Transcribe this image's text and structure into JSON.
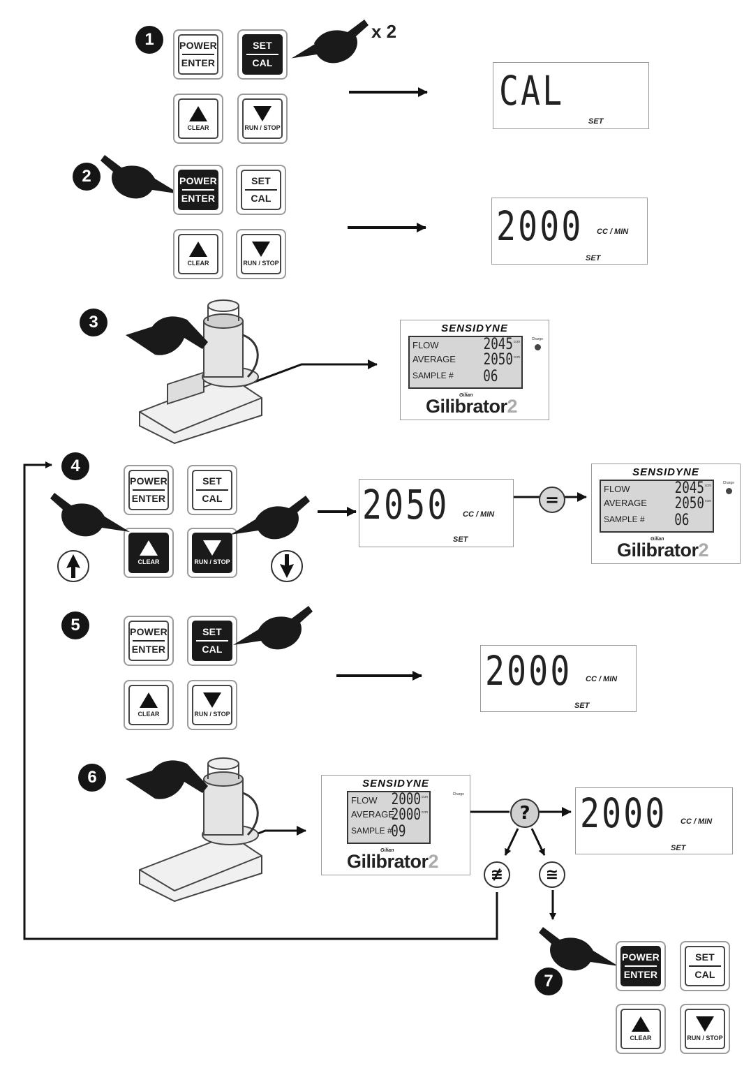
{
  "steps": [
    "1",
    "2",
    "3",
    "4",
    "5",
    "6",
    "7"
  ],
  "repeat_label": "x 2",
  "keys": {
    "power": "POWER",
    "enter": "ENTER",
    "set": "SET",
    "cal": "CAL",
    "clear": "CLEAR",
    "runstop": "RUN / STOP"
  },
  "displays": {
    "d1": {
      "value": "CAL",
      "unit": "",
      "label": "SET"
    },
    "d2": {
      "value": "2000",
      "unit": "CC / MIN",
      "label": "SET"
    },
    "d4": {
      "value": "2050",
      "unit": "CC / MIN",
      "label": "SET"
    },
    "d5": {
      "value": "2000",
      "unit": "CC / MIN",
      "label": "SET"
    },
    "d6": {
      "value": "2000",
      "unit": "CC / MIN",
      "label": "SET"
    }
  },
  "gilibrator": {
    "brand": "SENSIDYNE",
    "charge": "Charge",
    "unit_small": "ccm",
    "maker": "Gilian",
    "model": "Gilibrator",
    "model_num": "2",
    "flow_label": "FLOW",
    "average_label": "AVERAGE",
    "sample_label": "SAMPLE #",
    "g3": {
      "flow": "2045",
      "average": "2050",
      "sample": "06"
    },
    "g4": {
      "flow": "2045",
      "average": "2050",
      "sample": "06"
    },
    "g6": {
      "flow": "2000",
      "average": "2000",
      "sample": "09"
    }
  },
  "symbols": {
    "equals": "=",
    "question": "?",
    "not_approx": "≇",
    "approx": "≅"
  }
}
